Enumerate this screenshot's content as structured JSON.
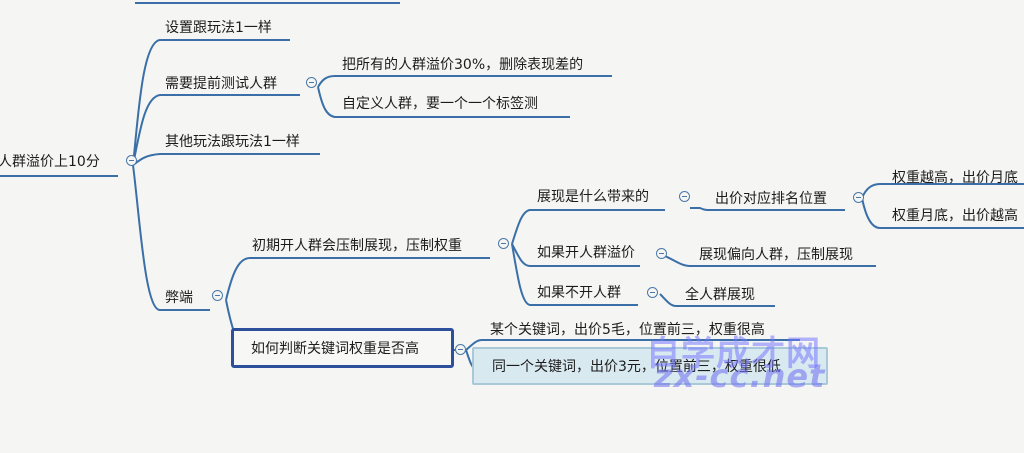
{
  "root": {
    "label": "人群溢价上10分"
  },
  "branches": [
    {
      "label": "设置跟玩法1一样"
    },
    {
      "label": "需要提前测试人群",
      "children": [
        {
          "label": "把所有的人群溢价30%，删除表现差的"
        },
        {
          "label": "自定义人群，要一个一个标签测"
        }
      ]
    },
    {
      "label": "其他玩法跟玩法1一样"
    },
    {
      "label": "弊端",
      "children": [
        {
          "label": "初期开人群会压制展现，压制权重",
          "children": [
            {
              "label": "展现是什么带来的",
              "children": [
                {
                  "label": "出价对应排名位置",
                  "children": [
                    {
                      "label": "权重越高，出价月底"
                    },
                    {
                      "label": "权重月底，出价越高"
                    }
                  ]
                }
              ]
            },
            {
              "label": "如果开人群溢价",
              "children": [
                {
                  "label": "展现偏向人群，压制展现"
                }
              ]
            },
            {
              "label": "如果不开人群",
              "children": [
                {
                  "label": "全人群展现"
                }
              ]
            }
          ]
        },
        {
          "label": "如何判断关键词权重是否高",
          "children": [
            {
              "label": "某个关键词，出价5毛，位置前三，权重很高"
            },
            {
              "label": "同一个关键词，出价3元，位置前三，权重很低"
            }
          ]
        }
      ]
    }
  ],
  "watermark": {
    "line1": "自学成才网",
    "line2": "zx-cc.net"
  },
  "colors": {
    "line": "#3a6fa8",
    "selected_border": "#2d4f9c",
    "highlight_fill": "#d9e9f0"
  }
}
